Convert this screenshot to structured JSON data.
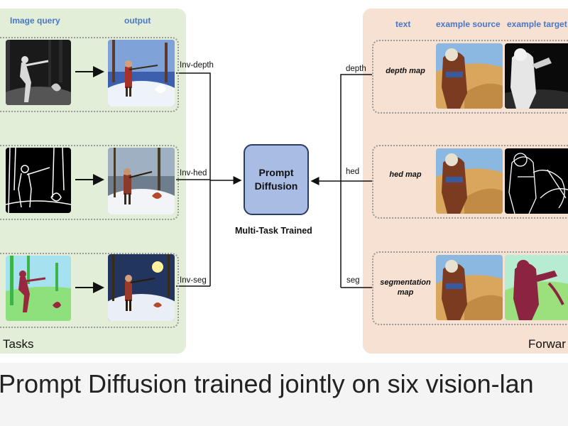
{
  "left_panel": {
    "header_query": "Image query",
    "header_output": "output",
    "footer": "Tasks",
    "rows": [
      {
        "label": "Inv-depth",
        "query_icon": "hunter-depth-map-image",
        "output_icon": "hunter-snow-painting-image"
      },
      {
        "label": "Inv-hed",
        "query_icon": "hunter-edge-map-image",
        "output_icon": "hunter-snow-painting-image"
      },
      {
        "label": "Inv-seg",
        "query_icon": "hunter-segmentation-map-image",
        "output_icon": "hunter-snow-painting-image"
      }
    ]
  },
  "center": {
    "node_line1": "Prompt",
    "node_line2": "Diffusion",
    "subtitle": "Multi-Task Trained"
  },
  "right_panel": {
    "header_text": "text",
    "header_source": "example source",
    "header_target": "example target",
    "footer": "Forwar",
    "rows": [
      {
        "label": "depth",
        "text": "depth map",
        "source_icon": "desert-warrior-image",
        "target_icon": "warrior-depth-map-image"
      },
      {
        "label": "hed",
        "text": "hed map",
        "source_icon": "desert-warrior-image",
        "target_icon": "warrior-edge-map-image"
      },
      {
        "label": "seg",
        "text": "segmentation map",
        "source_icon": "desert-warrior-image",
        "target_icon": "warrior-segmentation-map-image"
      }
    ]
  },
  "caption": "Prompt Diffusion trained jointly on six vision-lan",
  "colors": {
    "left_panel_bg": "#e3eed9",
    "right_panel_bg": "#f6e1d3",
    "node_fill": "#a9bde4",
    "header_text": "#4a77c4"
  }
}
